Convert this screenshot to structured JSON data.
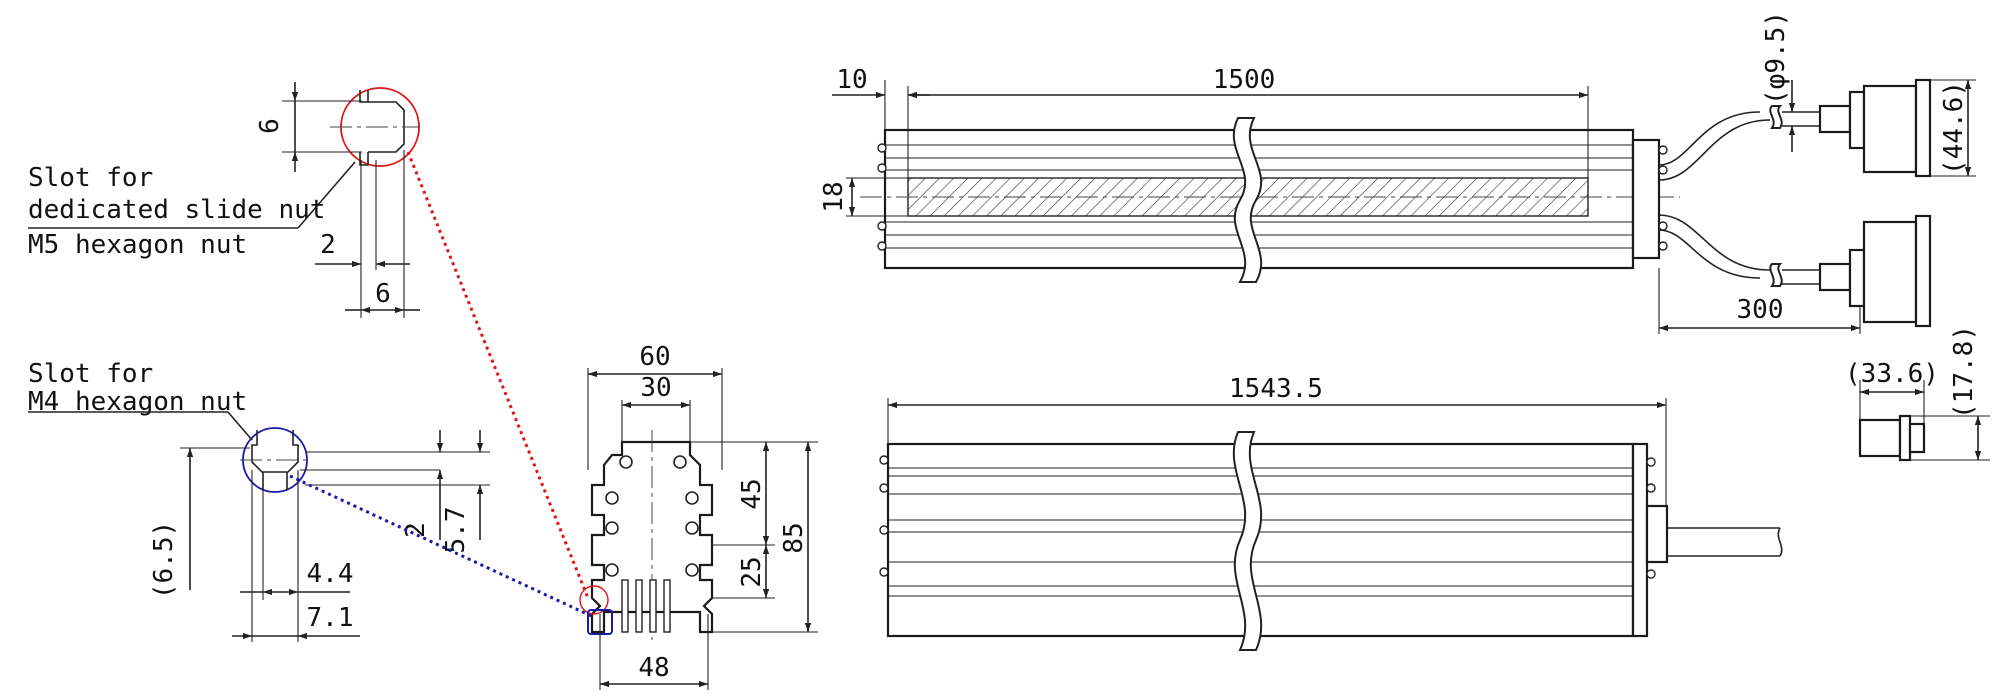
{
  "colors": {
    "ink": "#1a1a1a",
    "m5_detail": "#e01515",
    "m4_detail": "#1a1aa8",
    "hatch": "#333333"
  },
  "icons": [
    "arrowhead-icon",
    "break-line-icon",
    "hatch-pattern-icon"
  ],
  "detail_m5": {
    "callout_line1": "Slot for",
    "callout_line2": "dedicated slide nut",
    "callout_line3": "M5 hexagon nut",
    "dims": {
      "slot_height": "6",
      "neck_width": "2",
      "slot_width": "6"
    }
  },
  "detail_m4": {
    "callout_line1": "Slot for",
    "callout_line2": "M4 hexagon nut",
    "dims": {
      "overall_depth": "(6.5)",
      "neck_height": "2",
      "slot_depth": "5.7",
      "neck_width": "4.4",
      "slot_width": "7.1"
    }
  },
  "cross_section": {
    "dims": {
      "overall_width": "60",
      "top_width": "30",
      "upper_height": "45",
      "overall_height": "85",
      "lower_height": "25",
      "bottom_width": "48"
    }
  },
  "front_view": {
    "dims": {
      "edge_offset": "10",
      "emitting_length": "1500",
      "emitting_height": "18",
      "cable_diameter": "(φ9.5)",
      "connector_height": "(44.6)",
      "cable_length": "300"
    }
  },
  "bottom_view": {
    "dims": {
      "overall_length": "1543.5"
    }
  },
  "connector_cap": {
    "dims": {
      "length": "(33.6)",
      "height": "(17.8)"
    }
  }
}
